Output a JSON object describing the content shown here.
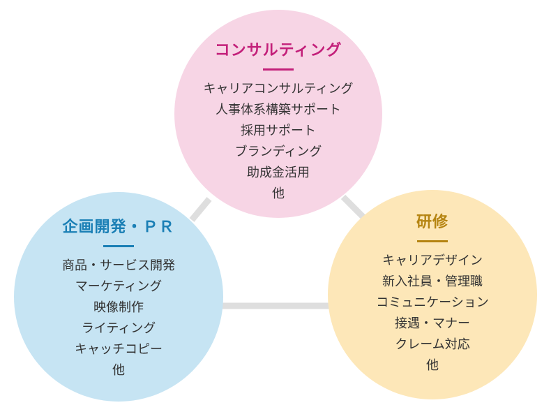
{
  "colors": {
    "connector": "#dedede",
    "consulting_fill": "#f7d5e5",
    "consulting_accent": "#c3207a",
    "planning_fill": "#c6e4f3",
    "planning_accent": "#1a7fb5",
    "training_fill": "#fde7b8",
    "training_accent": "#b58411",
    "text": "#333333"
  },
  "consulting": {
    "title": "コンサルティング",
    "items": [
      "キャリアコンサルティング",
      "人事体系構築サポート",
      "採用サポート",
      "ブランディング",
      "助成金活用",
      "他"
    ]
  },
  "planning": {
    "title": "企画開発・ＰＲ",
    "items": [
      "商品・サービス開発",
      "マーケティング",
      "映像制作",
      "ライティング",
      "キャッチコピー",
      "他"
    ]
  },
  "training": {
    "title": "研修",
    "items": [
      "キャリアデザイン",
      "新入社員・管理職",
      "コミュニケーション",
      "接遇・マナー",
      "クレーム対応",
      "他"
    ]
  }
}
